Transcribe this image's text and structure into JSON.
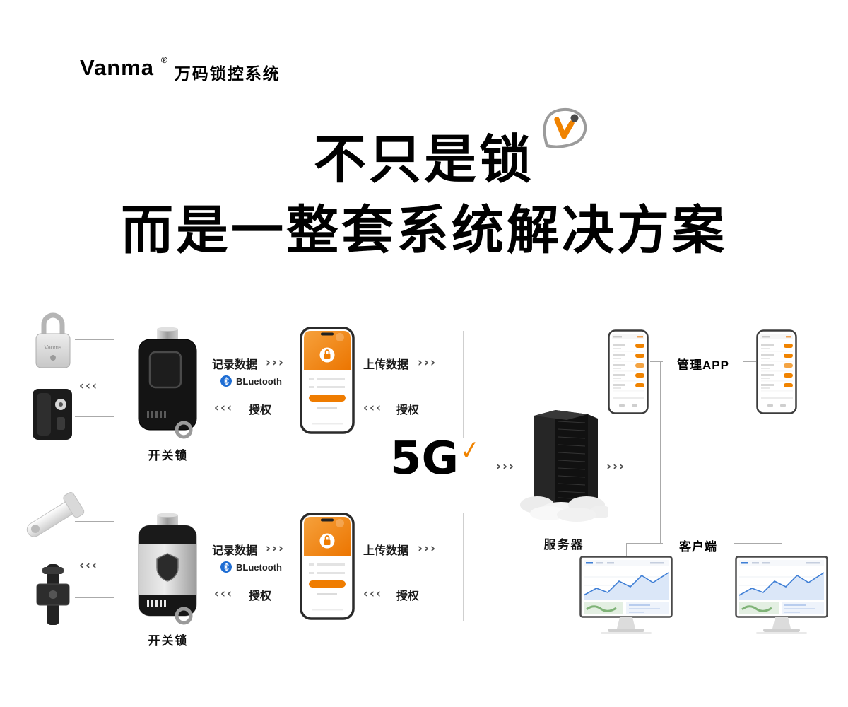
{
  "brand": {
    "name": "Vanma",
    "reg": "®",
    "system_name": "万码锁控系统"
  },
  "hero": {
    "line1": "不只是锁",
    "line2": "而是一整套系统解决方案"
  },
  "flow": {
    "record_data": "记录数据",
    "upload_data": "上传数据",
    "authorize": "授权",
    "bluetooth": "BLuetooth",
    "network": "5G",
    "network_check": "✓",
    "arrow_right": "›››",
    "arrow_left": "‹‹‹"
  },
  "labels": {
    "key_device": "开关锁",
    "server": "服务器",
    "admin_app": "管理APP",
    "client": "客户端"
  },
  "colors": {
    "accent_orange": "#F08300",
    "bluetooth_blue": "#1F6ED4",
    "title_black": "#000000",
    "line_gray": "#AAAAAA"
  }
}
